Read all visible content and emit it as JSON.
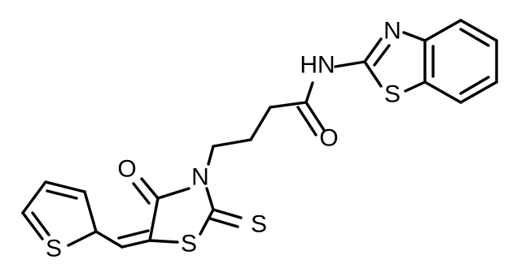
{
  "structure": {
    "atoms": [
      {
        "id": "nh",
        "label": "HN"
      },
      {
        "id": "n_thiazole",
        "label": "N"
      },
      {
        "id": "s_thiazole",
        "label": "S"
      },
      {
        "id": "o_amide",
        "label": "O"
      },
      {
        "id": "o_ketone",
        "label": "O"
      },
      {
        "id": "n_ring",
        "label": "N"
      },
      {
        "id": "s_ring",
        "label": "S"
      },
      {
        "id": "s_thione",
        "label": "S"
      },
      {
        "id": "s_thiophene",
        "label": "S"
      }
    ]
  }
}
